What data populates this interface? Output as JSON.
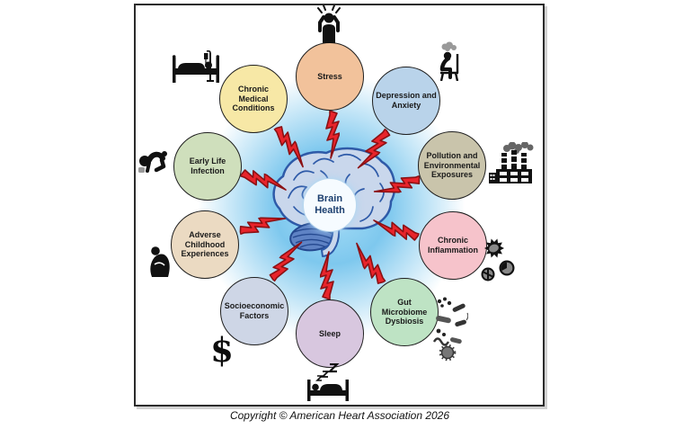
{
  "center": {
    "label": "Brain Health"
  },
  "circles": [
    {
      "label": "Stress",
      "color": "#F2C29B",
      "icon": "stressed-person-icon"
    },
    {
      "label": "Depression and Anxiety",
      "color": "#B9D3EA",
      "icon": "depressed-person-chair-icon"
    },
    {
      "label": "Pollution and Environmental Exposures",
      "color": "#C9C4AB",
      "icon": "factory-icon"
    },
    {
      "label": "Chronic Inflammation",
      "color": "#F6C3CB",
      "icon": "immune-cells-icon"
    },
    {
      "label": "Gut Microbiome Dysbiosis",
      "color": "#BEE3C4",
      "icon": "bacteria-icon"
    },
    {
      "label": "Sleep",
      "color": "#D8C7DF",
      "icon": "sleeping-bed-icon"
    },
    {
      "label": "Socioeconomic Factors",
      "color": "#CED6E6",
      "icon": "dollar-sign-icon"
    },
    {
      "label": "Adverse Childhood Experiences",
      "color": "#EBDAC2",
      "icon": "huddled-person-icon"
    },
    {
      "label": "Early Life Infection",
      "color": "#CFDFBC",
      "icon": "crawling-baby-icon"
    },
    {
      "label": "Chronic Medical Conditions",
      "color": "#F7E8A6",
      "icon": "hospital-bed-icon"
    }
  ],
  "icons": {
    "dollar_glyph": "$"
  },
  "bolt": {
    "fill": "#E8242B",
    "outline": "#8B1114"
  },
  "glow_color": "#7EC8EE",
  "footer": {
    "copyright": "Copyright © American Heart Association 2026"
  }
}
